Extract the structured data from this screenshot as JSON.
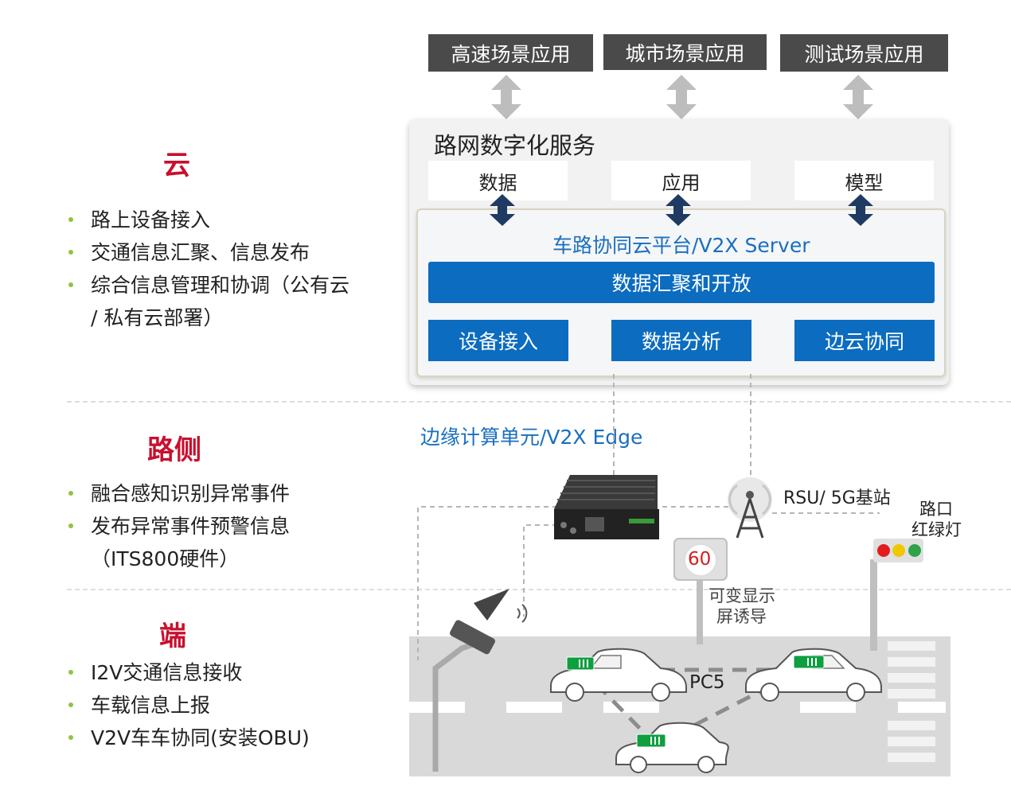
{
  "tiers": {
    "cloud": {
      "title": "云",
      "bullets": [
        "路上设备接入",
        "交通信息汇聚、信息发布",
        "综合信息管理和协调（公有云",
        "/ 私有云部署）"
      ]
    },
    "roadside": {
      "title": "路侧",
      "bullets": [
        "融合感知识别异常事件",
        "发布异常事件预警信息",
        "（ITS800硬件）"
      ]
    },
    "terminal": {
      "title": "端",
      "bullets": [
        "I2V交通信息接收",
        "车载信息上报",
        "V2V车车协同(安装OBU)"
      ]
    }
  },
  "apps": [
    "高速场景应用",
    "城市场景应用",
    "测试场景应用"
  ],
  "cloud_service": {
    "title": "路网数字化服务",
    "tabs": [
      "数据",
      "应用",
      "模型"
    ],
    "platform_title": "车路协同云平台/V2X Server",
    "data_bar": "数据汇聚和开放",
    "modules": [
      "设备接入",
      "数据分析",
      "边云协同"
    ]
  },
  "edge": {
    "title": "边缘计算单元/V2X Edge",
    "rsu_label": "RSU/ 5G基站",
    "traffic_light_label_1": "路口",
    "traffic_light_label_2": "红绿灯",
    "sign_value": "60",
    "sign_label_1": "可变显示",
    "sign_label_2": "屏诱导",
    "pc5_label": "PC5"
  },
  "colors": {
    "accent_red": "#c8102e",
    "blue": "#0b6cc0",
    "bullet_green": "#8cc63f",
    "app_box": "#4a4a4a"
  }
}
